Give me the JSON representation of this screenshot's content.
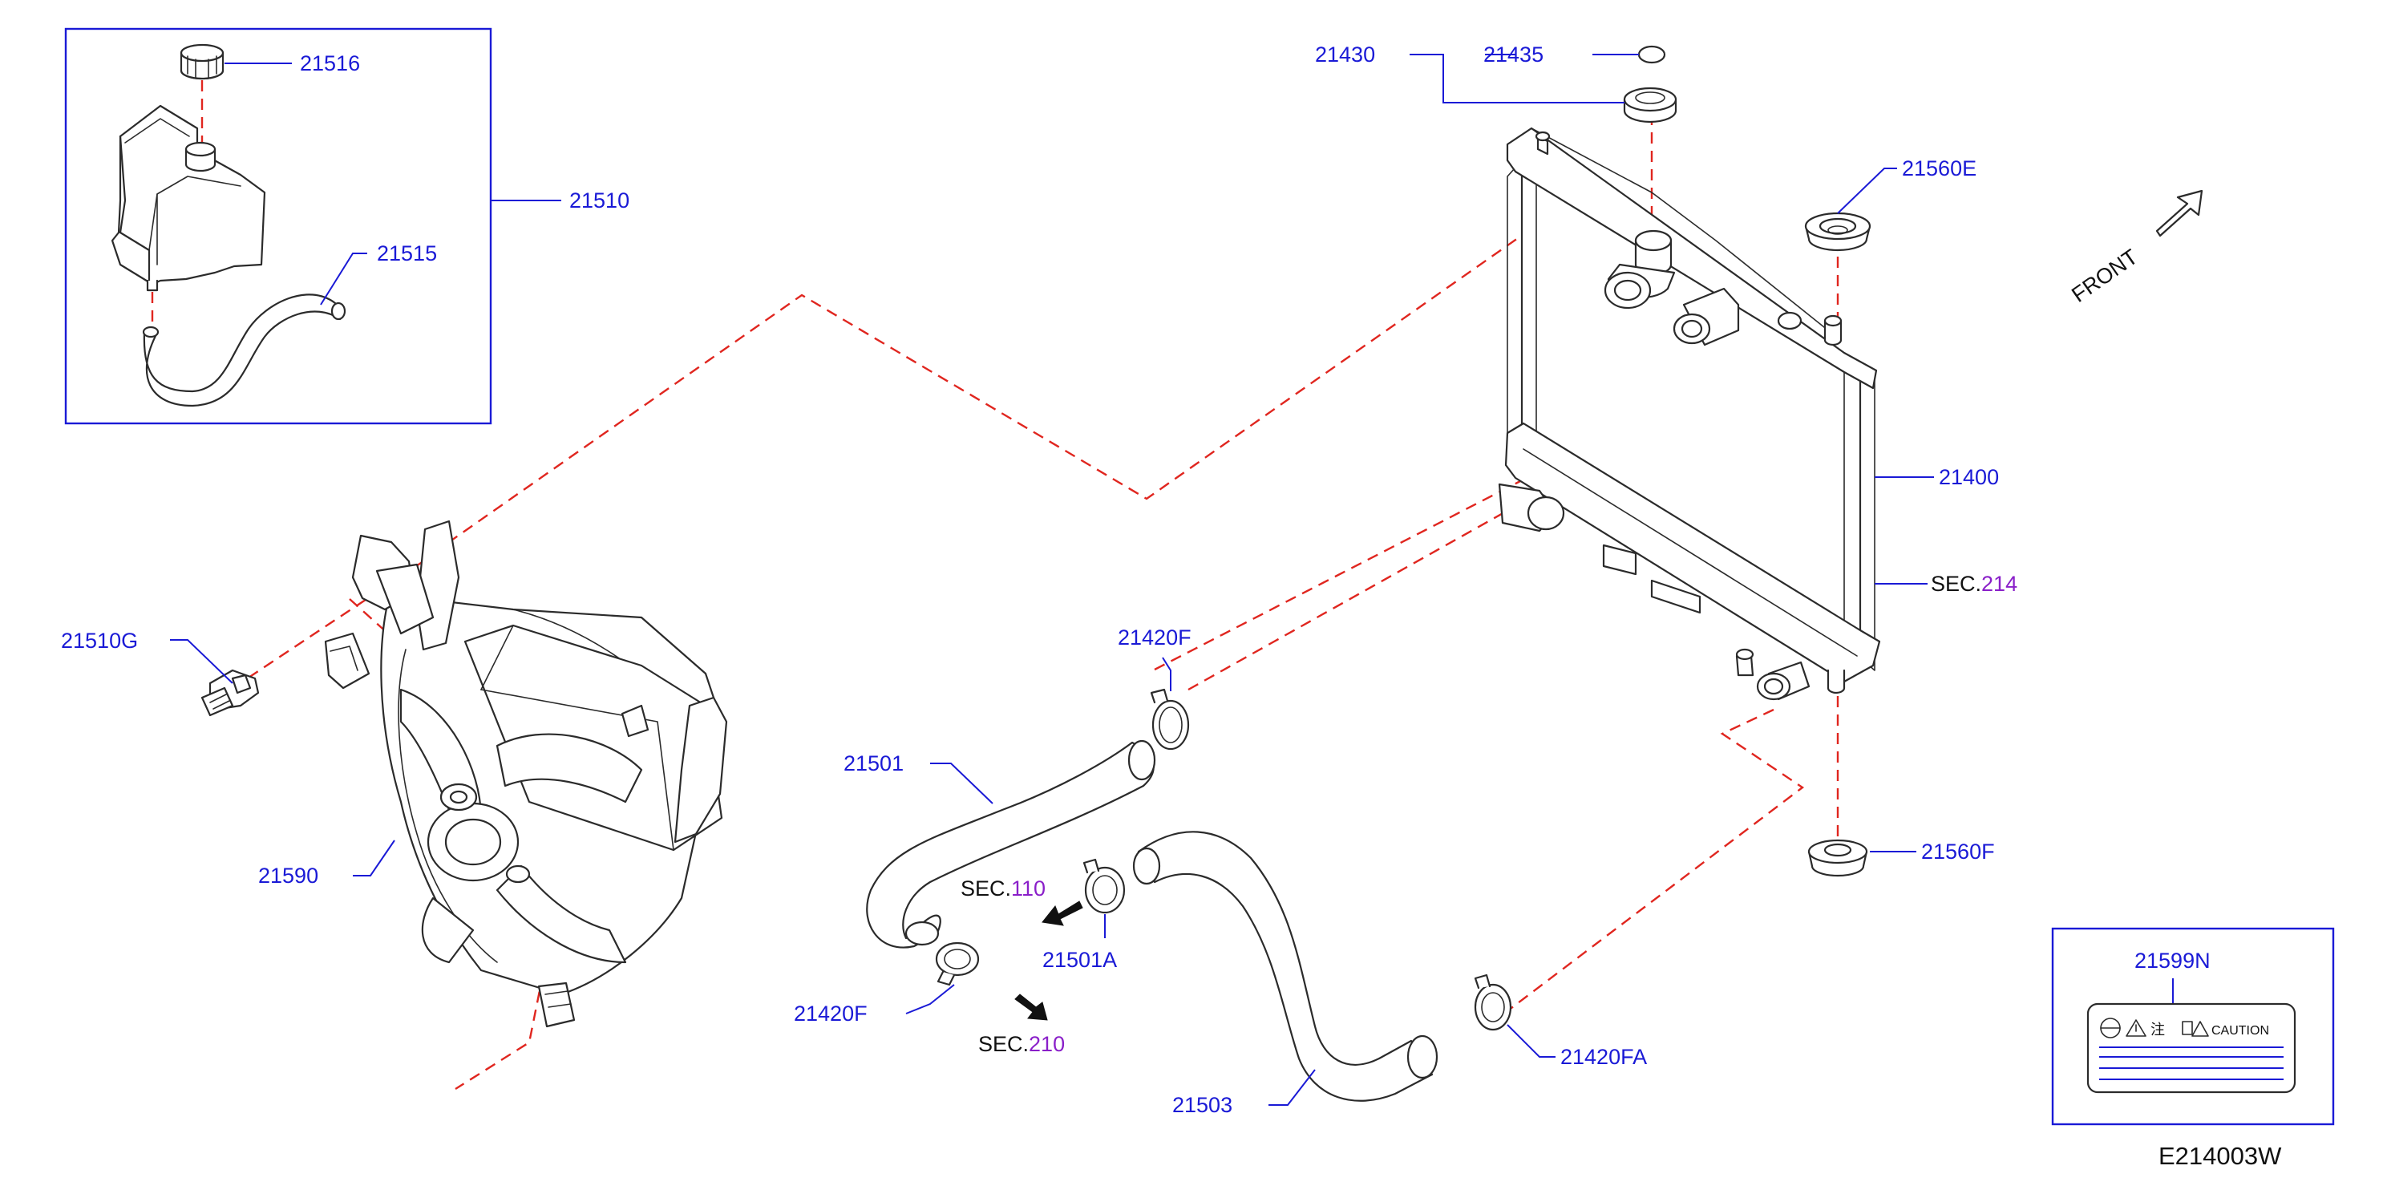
{
  "diagram_code": "E214003W",
  "front_label": "FRONT",
  "parts": {
    "p21516": "21516",
    "p21510": "21510",
    "p21515": "21515",
    "p21430": "21430",
    "p21435": "21435",
    "p21560E": "21560E",
    "p21400": "21400",
    "p21510G": "21510G",
    "p21420F_top": "21420F",
    "p21501": "21501",
    "p21590": "21590",
    "p21501A": "21501A",
    "p21420F_bottom": "21420F",
    "p21503": "21503",
    "p21420FA": "21420FA",
    "p21560F": "21560F",
    "p21599N": "21599N"
  },
  "sections": {
    "sec214": {
      "prefix": "SEC.",
      "number": "214"
    },
    "sec110": {
      "prefix": "SEC.",
      "number": "110"
    },
    "sec210": {
      "prefix": "SEC.",
      "number": "210"
    }
  },
  "caution_label": {
    "title": "CAUTION",
    "kanji": "注"
  },
  "colors": {
    "label_blue": "#1a1ad6",
    "section_purple": "#8a1fc9",
    "dash_red": "#e0261f",
    "line_dark": "#2b2b2b"
  }
}
